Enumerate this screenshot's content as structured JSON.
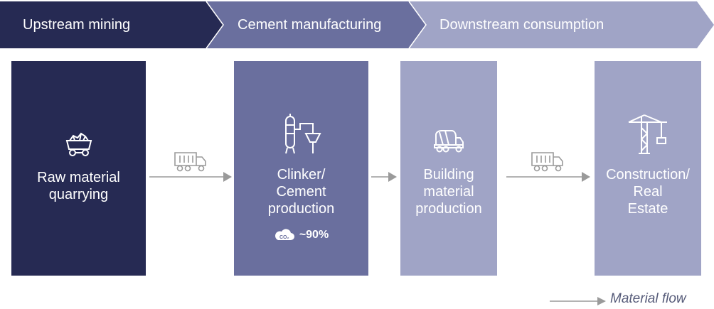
{
  "stages": {
    "upstream": "Upstream mining",
    "manufacturing": "Cement manufacturing",
    "downstream": "Downstream consumption"
  },
  "boxes": [
    {
      "label": "Raw material\nquarrying",
      "icon": "mine-cart-icon"
    },
    {
      "label": "Clinker/\nCement\nproduction",
      "icon": "cement-plant-icon",
      "co2_value": "~90%"
    },
    {
      "label": "Building\nmaterial\nproduction",
      "icon": "concrete-mixer-truck-icon"
    },
    {
      "label": "Construction/\nReal\nEstate",
      "icon": "tower-crane-icon"
    }
  ],
  "flow_icons": [
    "dump-truck-icon",
    "dump-truck-icon"
  ],
  "legend": {
    "label": "Material flow"
  },
  "colors": {
    "dark_navy": "#262a53",
    "mid_slate": "#6a6f9e",
    "light_lavender": "#a0a4c6",
    "arrow_gray": "#9a9a9a",
    "icon_stroke": "#ffffff",
    "truck_stroke": "#9a9a9a"
  }
}
